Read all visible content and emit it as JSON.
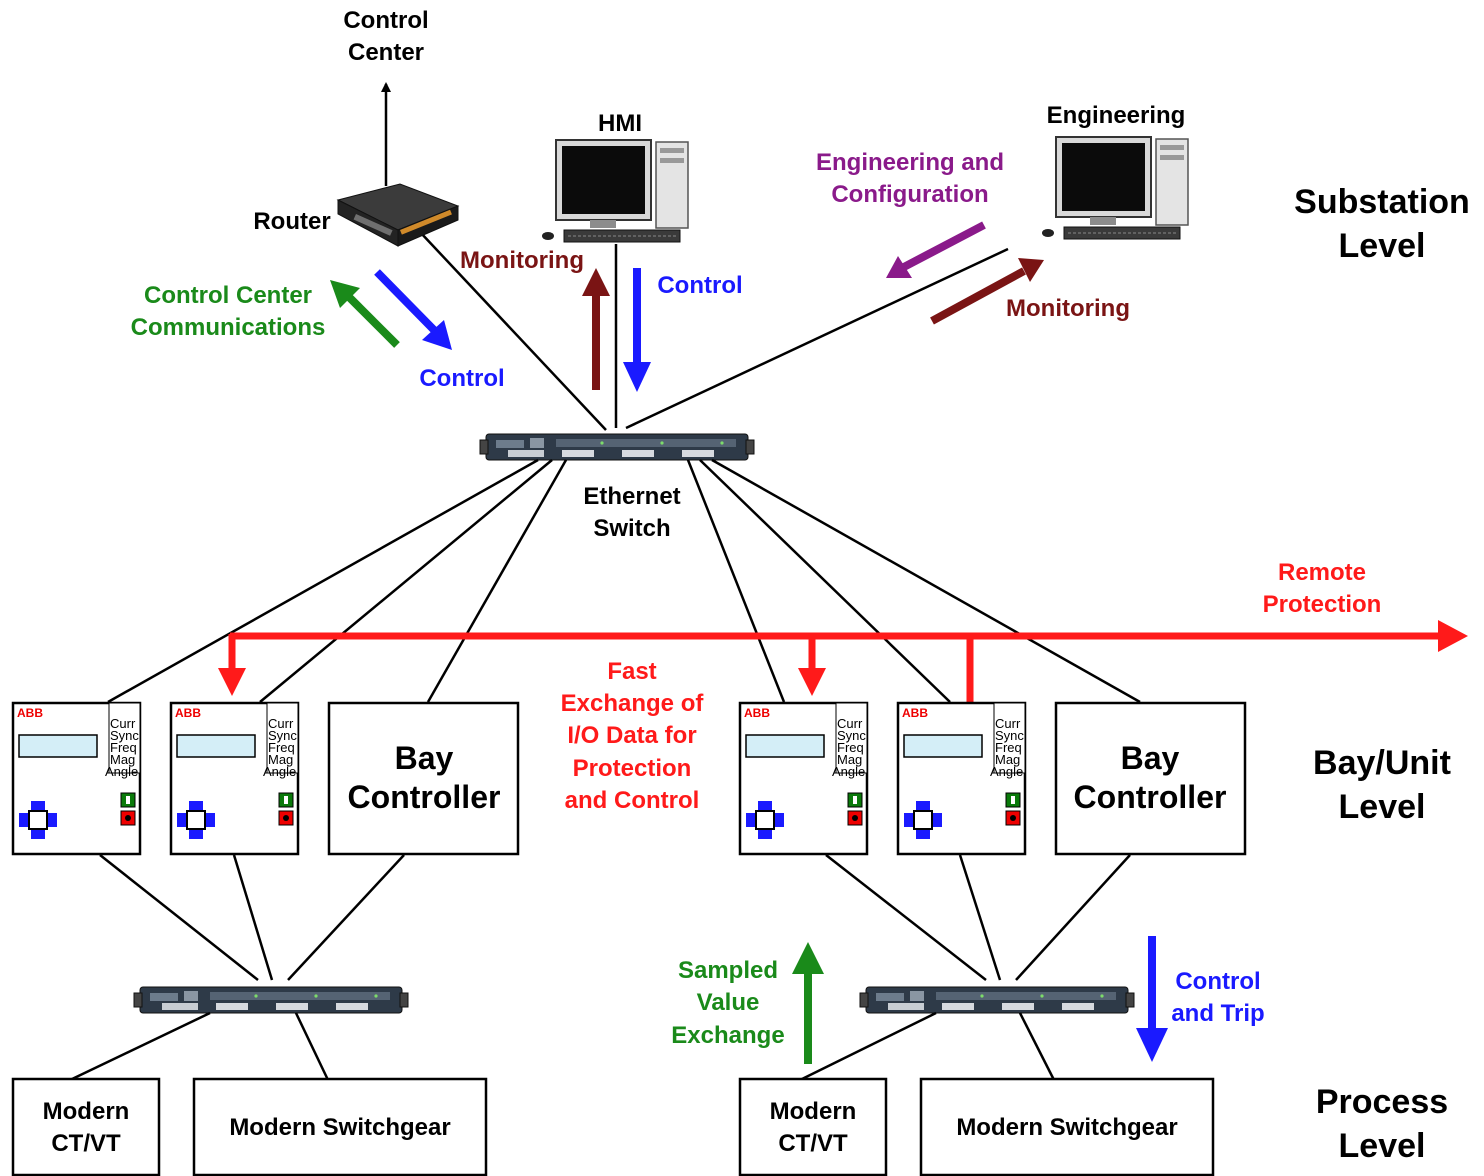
{
  "substation": {
    "control_center_line1": "Control",
    "control_center_line2": "Center",
    "router": "Router",
    "hmi": "HMI",
    "engineering": "Engineering",
    "eng_config_line1": "Engineering and",
    "eng_config_line2": "Configuration",
    "monitoring_hmi": "Monitoring",
    "control_hmi": "Control",
    "monitoring_eng": "Monitoring",
    "cc_comm_line1": "Control Center",
    "cc_comm_line2": "Communications",
    "control_router": "Control",
    "ethernet_switch_line1": "Ethernet",
    "ethernet_switch_line2": "Switch"
  },
  "bay": {
    "remote_line1": "Remote",
    "remote_line2": "Protection",
    "fast_line1": "Fast",
    "fast_line2": "Exchange of",
    "fast_line3": "I/O Data for",
    "fast_line4": "Protection",
    "fast_line5": "and Control",
    "bay_controller_line1": "Bay",
    "bay_controller_line2": "Controller",
    "ied_brand": "ABB",
    "ied_menu": [
      "Curr",
      "Sync",
      "Freq",
      "Mag",
      "Angle"
    ]
  },
  "process": {
    "ct_line1": "Modern",
    "ct_line2": "CT/VT",
    "switchgear": "Modern Switchgear",
    "sampled_line1": "Sampled",
    "sampled_line2": "Value",
    "sampled_line3": "Exchange",
    "trip_line1": "Control",
    "trip_line2": "and Trip"
  },
  "levels": {
    "substation_line1": "Substation",
    "substation_line2": "Level",
    "bay_line1": "Bay/Unit",
    "bay_line2": "Level",
    "process_line1": "Process",
    "process_line2": "Level"
  },
  "colors": {
    "control": "#1a1aff",
    "monitoring": "#7a1414",
    "cc_comm": "#1a8a1a",
    "engineering": "#8a1a8a",
    "protection": "#ff1a1a",
    "sampled": "#1a8a1a"
  }
}
